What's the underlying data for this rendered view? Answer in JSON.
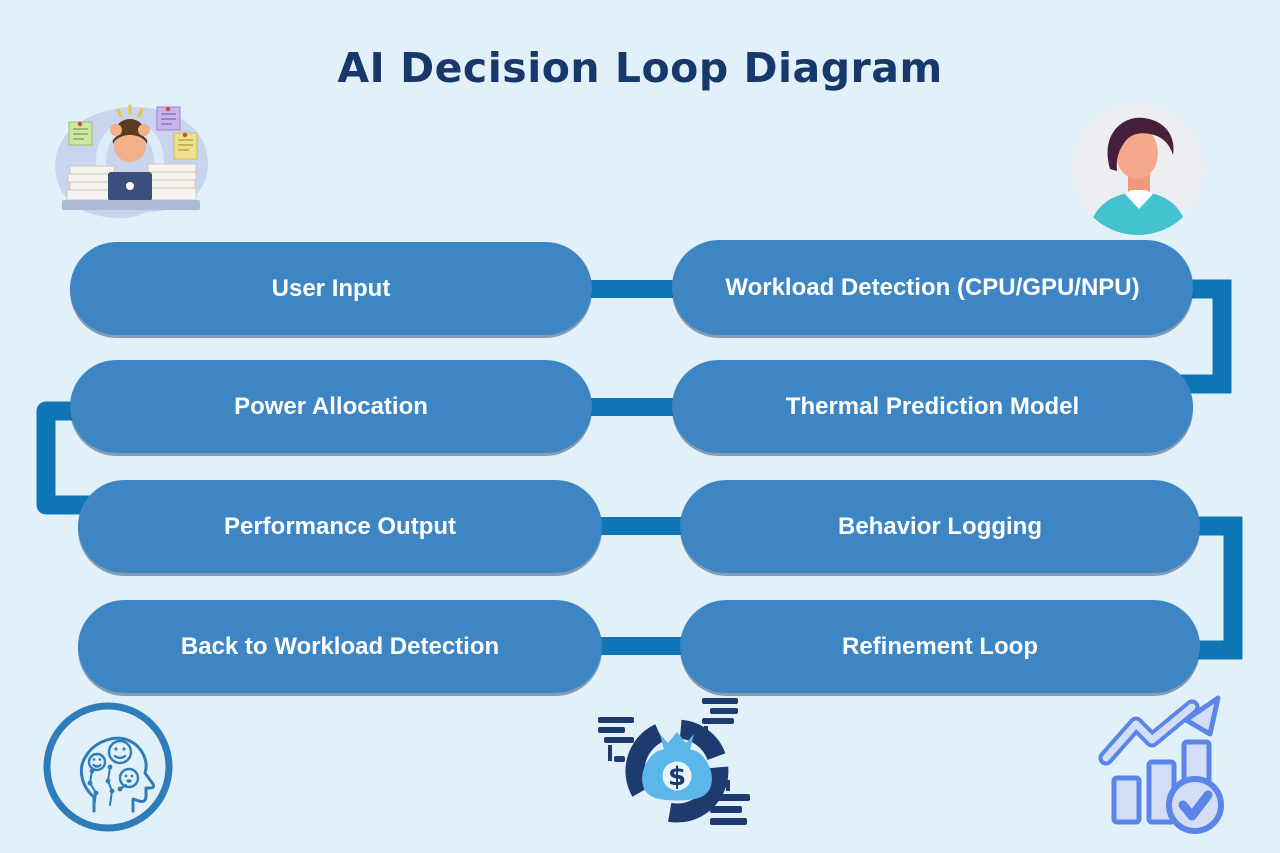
{
  "title": "AI Decision Loop Diagram",
  "flow": {
    "rows": [
      {
        "left": "User Input",
        "right": "Workload Detection (CPU/GPU/NPU)"
      },
      {
        "left": "Power Allocation",
        "right": "Thermal Prediction Model"
      },
      {
        "left": "Performance Output",
        "right": "Behavior Logging"
      },
      {
        "left": "Back to Workload Detection",
        "right": "Refinement Loop"
      }
    ],
    "connections": [
      "User Input → Workload Detection (CPU/GPU/NPU)",
      "Workload Detection (CPU/GPU/NPU) → Thermal Prediction Model",
      "Thermal Prediction Model → Power Allocation",
      "Power Allocation → Performance Output",
      "Performance Output → Behavior Logging",
      "Behavior Logging → Refinement Loop",
      "Refinement Loop → Back to Workload Detection"
    ]
  },
  "icons": {
    "top_left": "stressed-worker-illustration",
    "top_right": "male-avatar",
    "bottom_left": "ai-mind-faces-icon",
    "bottom_center": "money-allocation-cycle-icon",
    "bottom_right": "growth-chart-check-icon"
  },
  "money_icon": {
    "dollar_sign": "$"
  },
  "colors": {
    "background": "#e2f1f9",
    "title_text": "#17386b",
    "node_fill": "#3d86c3",
    "node_text": "#ffffff",
    "connector": "#0e76b4",
    "icon_navy": "#1d3b6e",
    "money_bag_blue": "#5bb7e9",
    "growth_fill": "#d3def6",
    "growth_stroke": "#5b85e8",
    "mind_stroke": "#2e7cba",
    "avatar_shirt": "#43c3cf",
    "skin": "#f5a284"
  }
}
